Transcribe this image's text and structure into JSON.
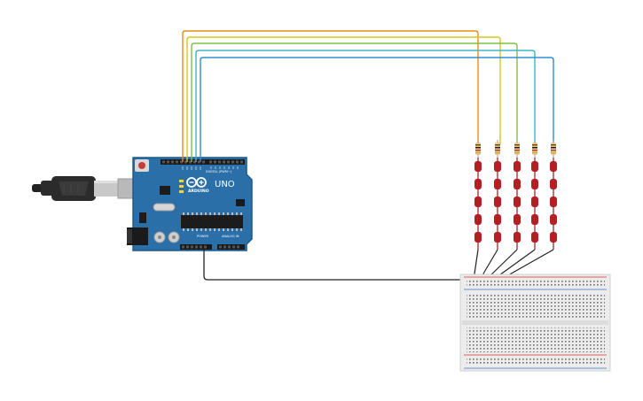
{
  "board": {
    "model_label": "UNO",
    "brand_label": "ARDUINO",
    "digital_label": "DIGITAL (PWM~)",
    "power_label": "POWER",
    "analog_label": "ANALOG IN"
  },
  "wire_colors": [
    "#e58a1f",
    "#d9c71f",
    "#7dc242",
    "#3fb7c9",
    "#2f8fd0"
  ],
  "colors": {
    "board": "#2a6fa8",
    "board_edge": "#1e5a8c",
    "resistor_body": "#e6c98a",
    "led": "#b51f24",
    "breadboard": "#ececec",
    "ground_wire": "#222222",
    "rail_red": "#d9322f",
    "usb_plug": "#2b2b2b"
  }
}
